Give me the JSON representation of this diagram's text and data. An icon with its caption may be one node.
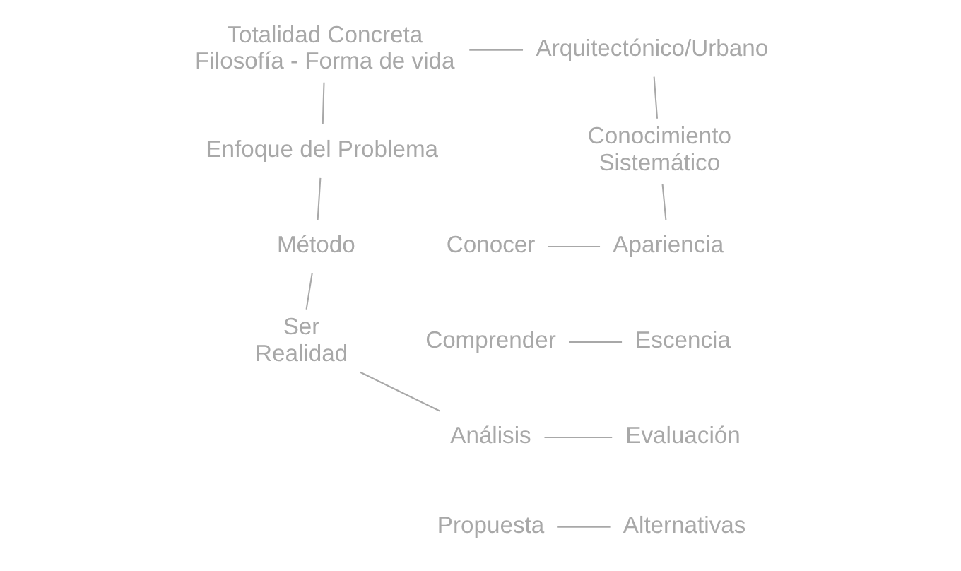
{
  "diagram": {
    "nodes": [
      {
        "text": [
          "Totalidad Concreta Filosofía - Forma de vida"
        ]
      },
      {
        "text": [
          "Arquitectónico/Urbano"
        ]
      },
      {
        "text": [
          "Enfoque del Problema"
        ]
      },
      {
        "text": [
          "Conocimiento Sistemático"
        ]
      },
      {
        "text": [
          "Método"
        ]
      },
      {
        "text": [
          "Conocer"
        ]
      },
      {
        "text": [
          "Apariencia"
        ]
      },
      {
        "text": [
          "Comprender"
        ]
      },
      {
        "text": [
          "Escencia"
        ]
      },
      {
        "text": [
          "Ser Realidad"
        ]
      },
      {
        "text": [
          "Análisis"
        ]
      },
      {
        "text": [
          "Evaluación"
        ]
      },
      {
        "text": [
          "Propuesta"
        ]
      },
      {
        "text": [
          "Alternativas"
        ]
      }
    ],
    "edges": [
      {
        "from": 0,
        "to": 1,
        "arrow": "none"
      },
      {
        "from": 1,
        "to": 3,
        "arrow": "none"
      },
      {
        "from": 0,
        "to": 2,
        "arrow": "none"
      },
      {
        "from": 3,
        "to": 6,
        "arrow": "none"
      },
      {
        "from": 2,
        "to": 4,
        "arrow": "none"
      },
      {
        "from": 4,
        "to": 9,
        "arrow": "none"
      },
      {
        "from": 5,
        "to": 6,
        "arrow": "none"
      },
      {
        "from": 7,
        "to": 8,
        "arrow": "none"
      },
      {
        "from": 9,
        "to": 10,
        "arrow": "none"
      },
      {
        "from": 10,
        "to": 11,
        "arrow": "none"
      },
      {
        "from": 12,
        "to": 13,
        "arrow": "none"
      }
    ]
  }
}
